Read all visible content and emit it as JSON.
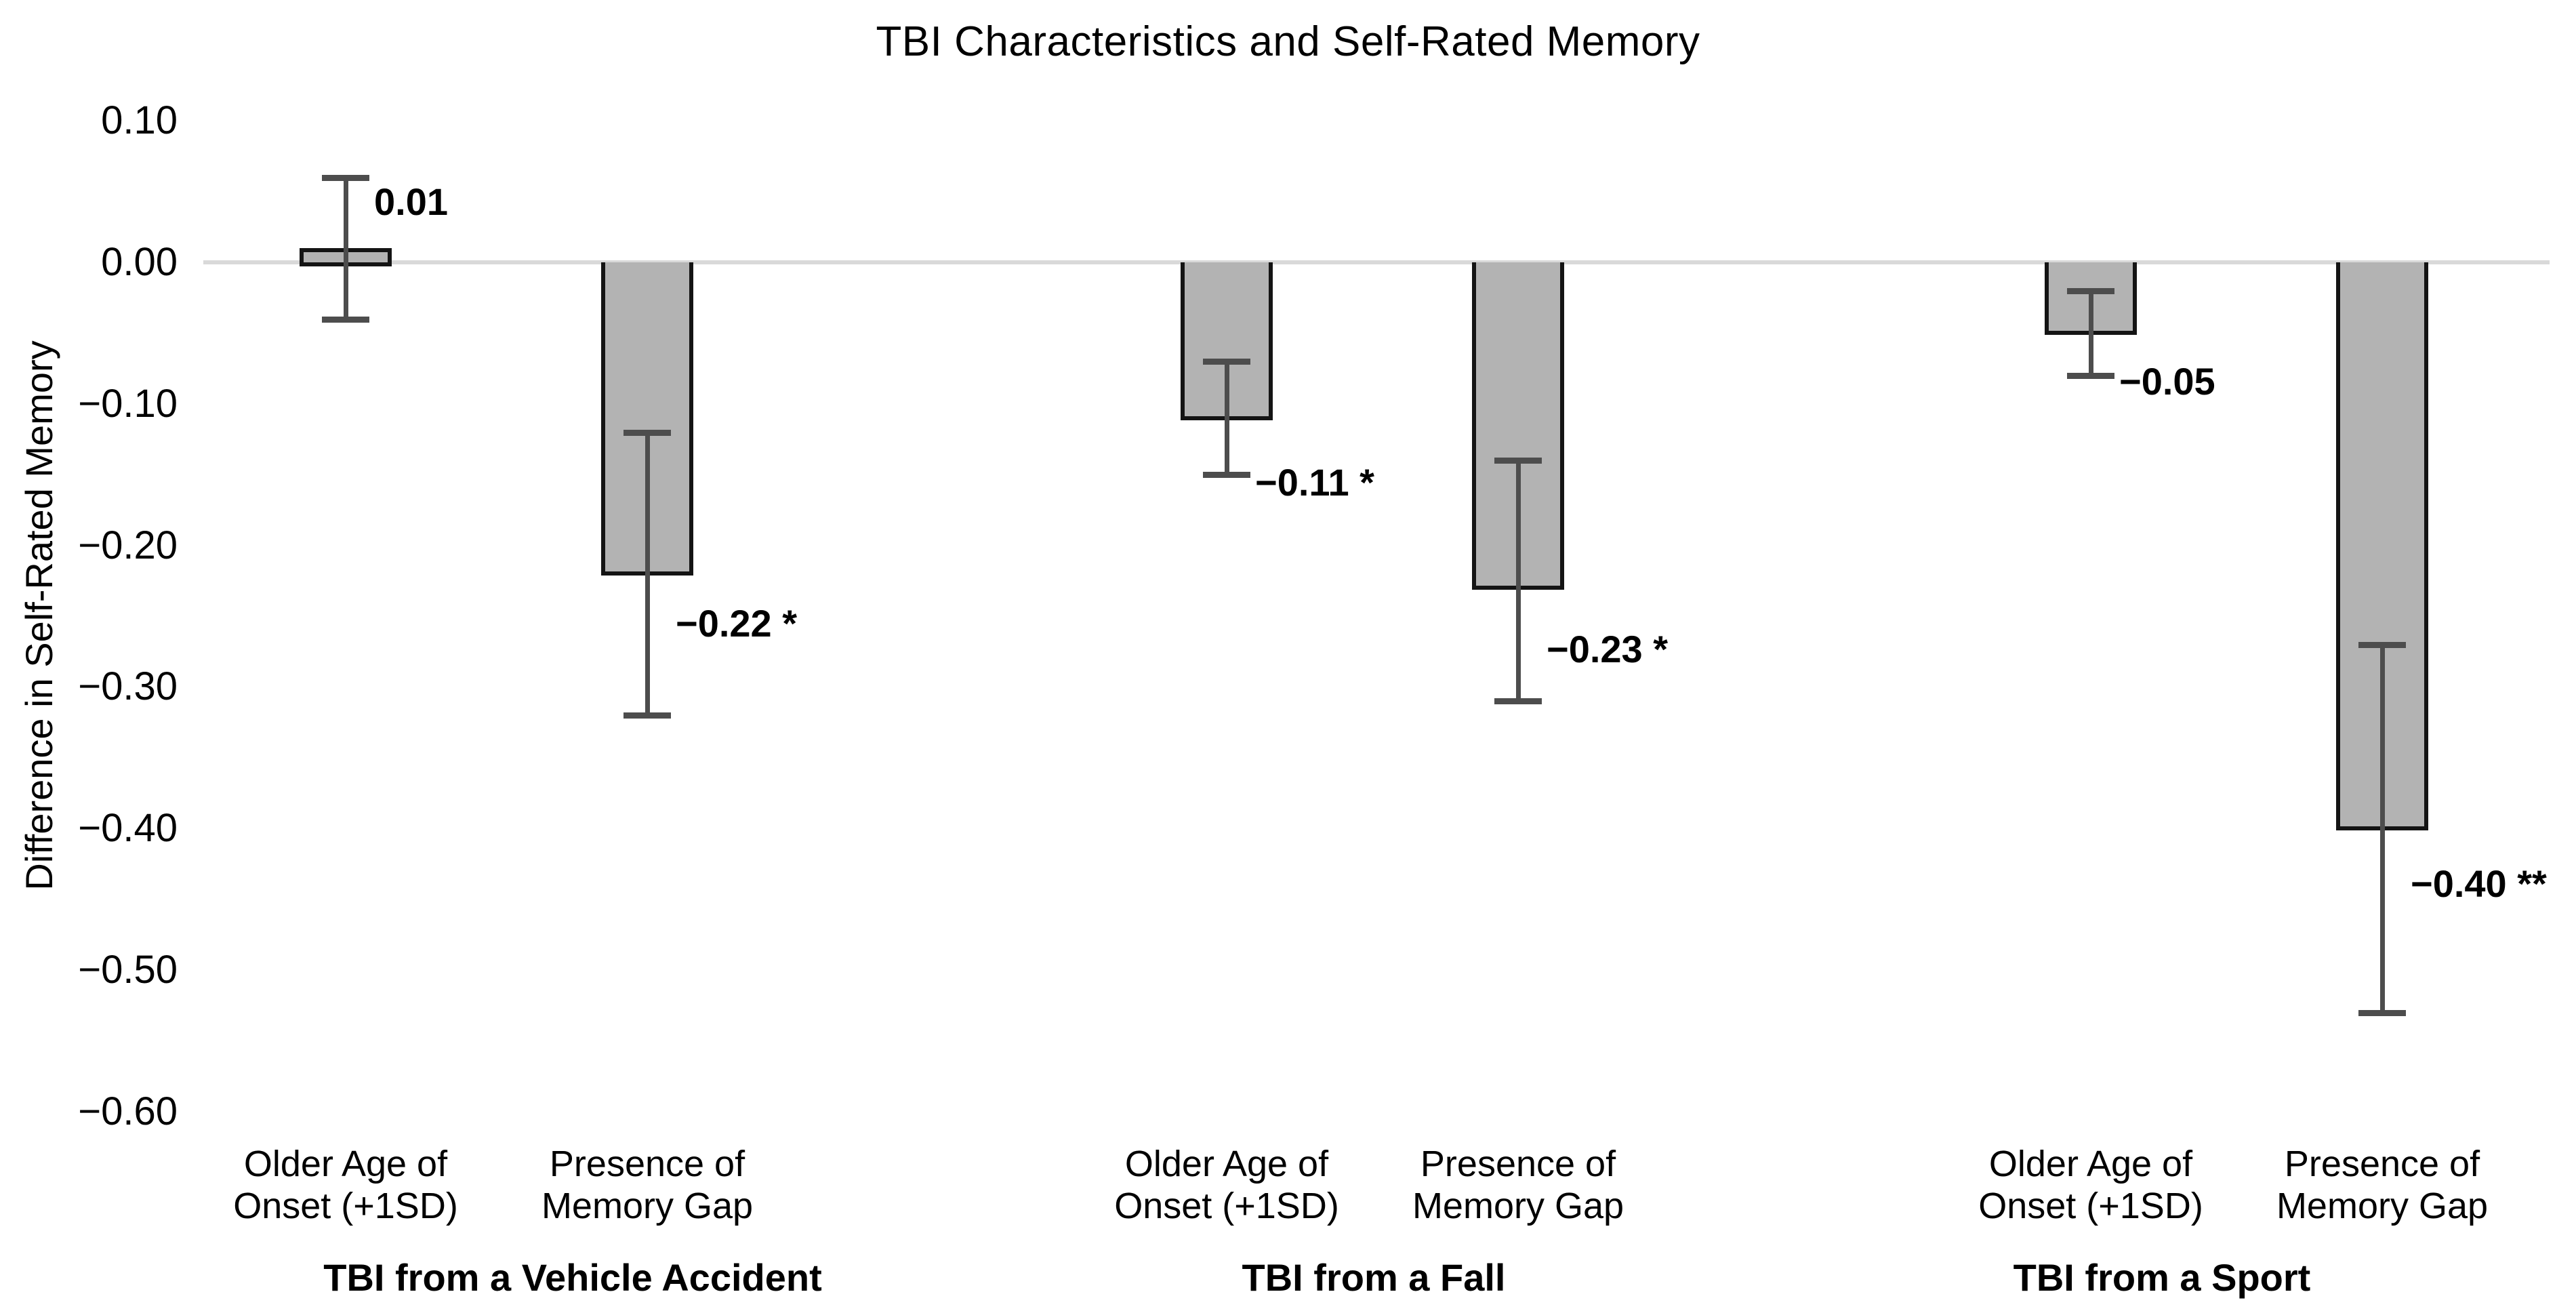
{
  "chart_data": {
    "type": "bar",
    "title": "TBI Characteristics and Self-Rated Memory",
    "ylabel": "Difference in Self-Rated Memory",
    "ylim": [
      -0.6,
      0.1
    ],
    "yticks": [
      0.1,
      0.0,
      -0.1,
      -0.2,
      -0.3,
      -0.4,
      -0.5,
      -0.6
    ],
    "ytick_labels": [
      "0.10",
      "0.00",
      "−0.10",
      "−0.20",
      "−0.30",
      "−0.40",
      "−0.50",
      "−0.60"
    ],
    "grid": "zero-line-only",
    "legend": "none",
    "groups": [
      {
        "label": "TBI from a Vehicle Accident",
        "bars": [
          {
            "category": "Older Age of\nOnset (+1SD)",
            "value": 0.01,
            "value_label": "0.01",
            "significance": "",
            "error_high": 0.06,
            "error_low": -0.04
          },
          {
            "category": "Presence of\nMemory Gap",
            "value": -0.22,
            "value_label": "−0.22 *",
            "significance": "*",
            "error_high": -0.12,
            "error_low": -0.32
          }
        ]
      },
      {
        "label": "TBI from a Fall",
        "bars": [
          {
            "category": "Older Age of\nOnset (+1SD)",
            "value": -0.11,
            "value_label": "−0.11 *",
            "significance": "*",
            "error_high": -0.07,
            "error_low": -0.15
          },
          {
            "category": "Presence of\nMemory Gap",
            "value": -0.23,
            "value_label": "−0.23 *",
            "significance": "*",
            "error_high": -0.14,
            "error_low": -0.31
          }
        ]
      },
      {
        "label": "TBI from a Sport",
        "bars": [
          {
            "category": "Older Age of\nOnset (+1SD)",
            "value": -0.05,
            "value_label": "−0.05",
            "significance": "",
            "error_high": -0.02,
            "error_low": -0.08
          },
          {
            "category": "Presence of\nMemory Gap",
            "value": -0.4,
            "value_label": "−0.40 **",
            "significance": "**",
            "error_high": -0.27,
            "error_low": -0.53
          }
        ]
      }
    ],
    "colors": {
      "bar_fill": "#b3b3b3",
      "bar_border": "#141414",
      "error_bar": "#4d4d4d",
      "zero_line": "#d9d9d9",
      "text": "#000000",
      "background": "#ffffff"
    }
  }
}
